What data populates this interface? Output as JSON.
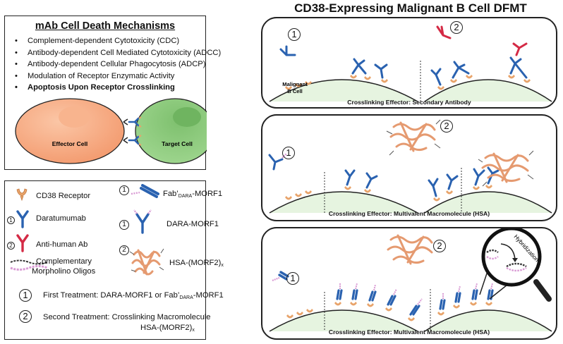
{
  "right_title": "CD38-Expressing Malignant B Cell DFMT",
  "mechanisms": {
    "title": "mAb Cell Death Mechanisms",
    "items": [
      "Complement-dependent Cytotoxicity (CDC)",
      "Antibody-dependent Cell Mediated Cytotoxicity (ADCC)",
      "Antibody-dependent Cellular Phagocytosis (ADCP)",
      "Modulation of Receptor Enzymatic Activity",
      "Apoptosis Upon Receptor Crosslinking"
    ],
    "effector_cell": "Effector Cell",
    "target_cell": "Target Cell"
  },
  "legend": {
    "cd38": "CD38 Receptor",
    "daratumumab": "Daratumumab",
    "anti_human": "Anti-human Ab",
    "morpholino_line1": "Complementary",
    "morpholino_line2": "Morpholino Oligos",
    "fab_main": "Fab’",
    "fab_sub": "DARA",
    "fab_suffix": "-MORF1",
    "dara_morf1": "DARA-MORF1",
    "hsa_main": "HSA-(MORF2)",
    "hsa_sub": "x",
    "first_treatment_prefix": "First Treatment: DARA-MORF1 or Fab’",
    "first_treatment_sub": "DARA",
    "first_treatment_suffix": "-MORF1",
    "second_treatment_line1": "Second Treatment: Crosslinking Macromolecule",
    "second_treatment_line2": "HSA-(MORF2)",
    "second_treatment_sub": "x",
    "num1": "1",
    "num2": "2"
  },
  "panels": [
    {
      "caption": "Crosslinking Effector: Secondary Antibody",
      "cell_label_1": "Malignant",
      "cell_label_2": "B Cell"
    },
    {
      "caption": "Crosslinking Effector: Multivalent Macromolecule (HSA)"
    },
    {
      "caption": "Crosslinking Effector: Multivalent Macromolecule (HSA)",
      "magnifier_label": "Hybridization"
    }
  ],
  "colors": {
    "effector_cell": "#f7a57d",
    "target_cell": "#93cc85",
    "cd38": "#e8a36a",
    "daratumumab": "#2a62b0",
    "anti_human": "#d42a45",
    "morpholino": "#d99ad4",
    "hsa": "#e59a70",
    "membrane_fill": "#e6f4e0"
  }
}
